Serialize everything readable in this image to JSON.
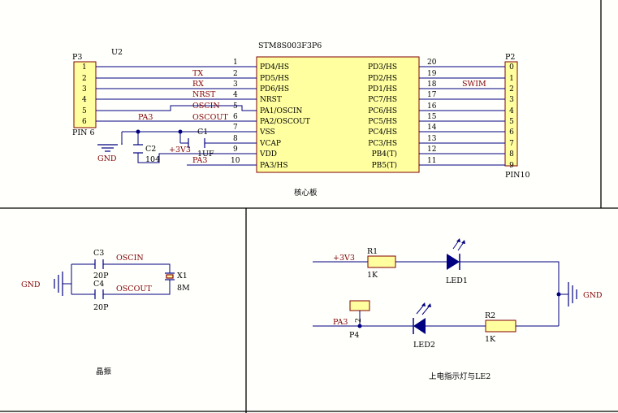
{
  "ic": {
    "designator": "U2",
    "part": "STM8S003F3P6",
    "left_pins": [
      {
        "num": "1",
        "name": "PD4/HS"
      },
      {
        "num": "2",
        "name": "PD5/HS"
      },
      {
        "num": "3",
        "name": "PD6/HS"
      },
      {
        "num": "4",
        "name": "NRST"
      },
      {
        "num": "5",
        "name": "PA1/OSCIN"
      },
      {
        "num": "6",
        "name": "PA2/OSCOUT"
      },
      {
        "num": "7",
        "name": "VSS"
      },
      {
        "num": "8",
        "name": "VCAP"
      },
      {
        "num": "9",
        "name": "VDD"
      },
      {
        "num": "10",
        "name": "PA3/HS"
      }
    ],
    "right_pins": [
      {
        "num": "20",
        "name": "PD3/HS"
      },
      {
        "num": "19",
        "name": "PD2/HS"
      },
      {
        "num": "18",
        "name": "PD1/HS"
      },
      {
        "num": "17",
        "name": "PC7/HS"
      },
      {
        "num": "16",
        "name": "PC6/HS"
      },
      {
        "num": "15",
        "name": "PC5/HS"
      },
      {
        "num": "14",
        "name": "PC4/HS"
      },
      {
        "num": "13",
        "name": "PC3/HS"
      },
      {
        "num": "12",
        "name": "PB4(T)"
      },
      {
        "num": "11",
        "name": "PB5(T)"
      }
    ]
  },
  "p3": {
    "designator": "P3",
    "pins": [
      "1",
      "2",
      "3",
      "4",
      "5",
      "6"
    ],
    "footer": "PIN 6",
    "nets": [
      "",
      "TX",
      "RX",
      "NRST",
      "OSCIN",
      "OSCOUT"
    ],
    "pa3": "PA3"
  },
  "p2": {
    "designator": "P2",
    "pins": [
      "0",
      "1",
      "2",
      "3",
      "4",
      "5",
      "6",
      "7",
      "8",
      "9"
    ],
    "footer": "PIN10",
    "swim": "SWIM"
  },
  "core_section": {
    "c1_ref": "C1",
    "c1_val": "1UF",
    "c2_ref": "C2",
    "c2_val": "104",
    "v3": "+3V3",
    "gnd": "GND",
    "pa3": "PA3",
    "title": "核心板"
  },
  "osc_section": {
    "gnd": "GND",
    "c3_ref": "C3",
    "c3_val": "20P",
    "c4_ref": "C4",
    "c4_val": "20P",
    "oscin": "OSCIN",
    "oscout": "OSCOUT",
    "x1_ref": "X1",
    "x1_val": "8M",
    "title": "晶振"
  },
  "led_section": {
    "v3": "+3V3",
    "r1_ref": "R1",
    "r1_val": "1K",
    "led1": "LED1",
    "gnd": "GND",
    "pa3": "PA3",
    "p4_pin": "2",
    "p4_ref": "P4",
    "led2": "LED2",
    "r2_ref": "R2",
    "r2_val": "1K",
    "title": "上电指示灯与LE2"
  },
  "colors": {
    "wire": "#000080",
    "body_fill": "#ffffa0",
    "body_stroke": "#800000",
    "net_label": "#800000",
    "border": "#000000"
  }
}
